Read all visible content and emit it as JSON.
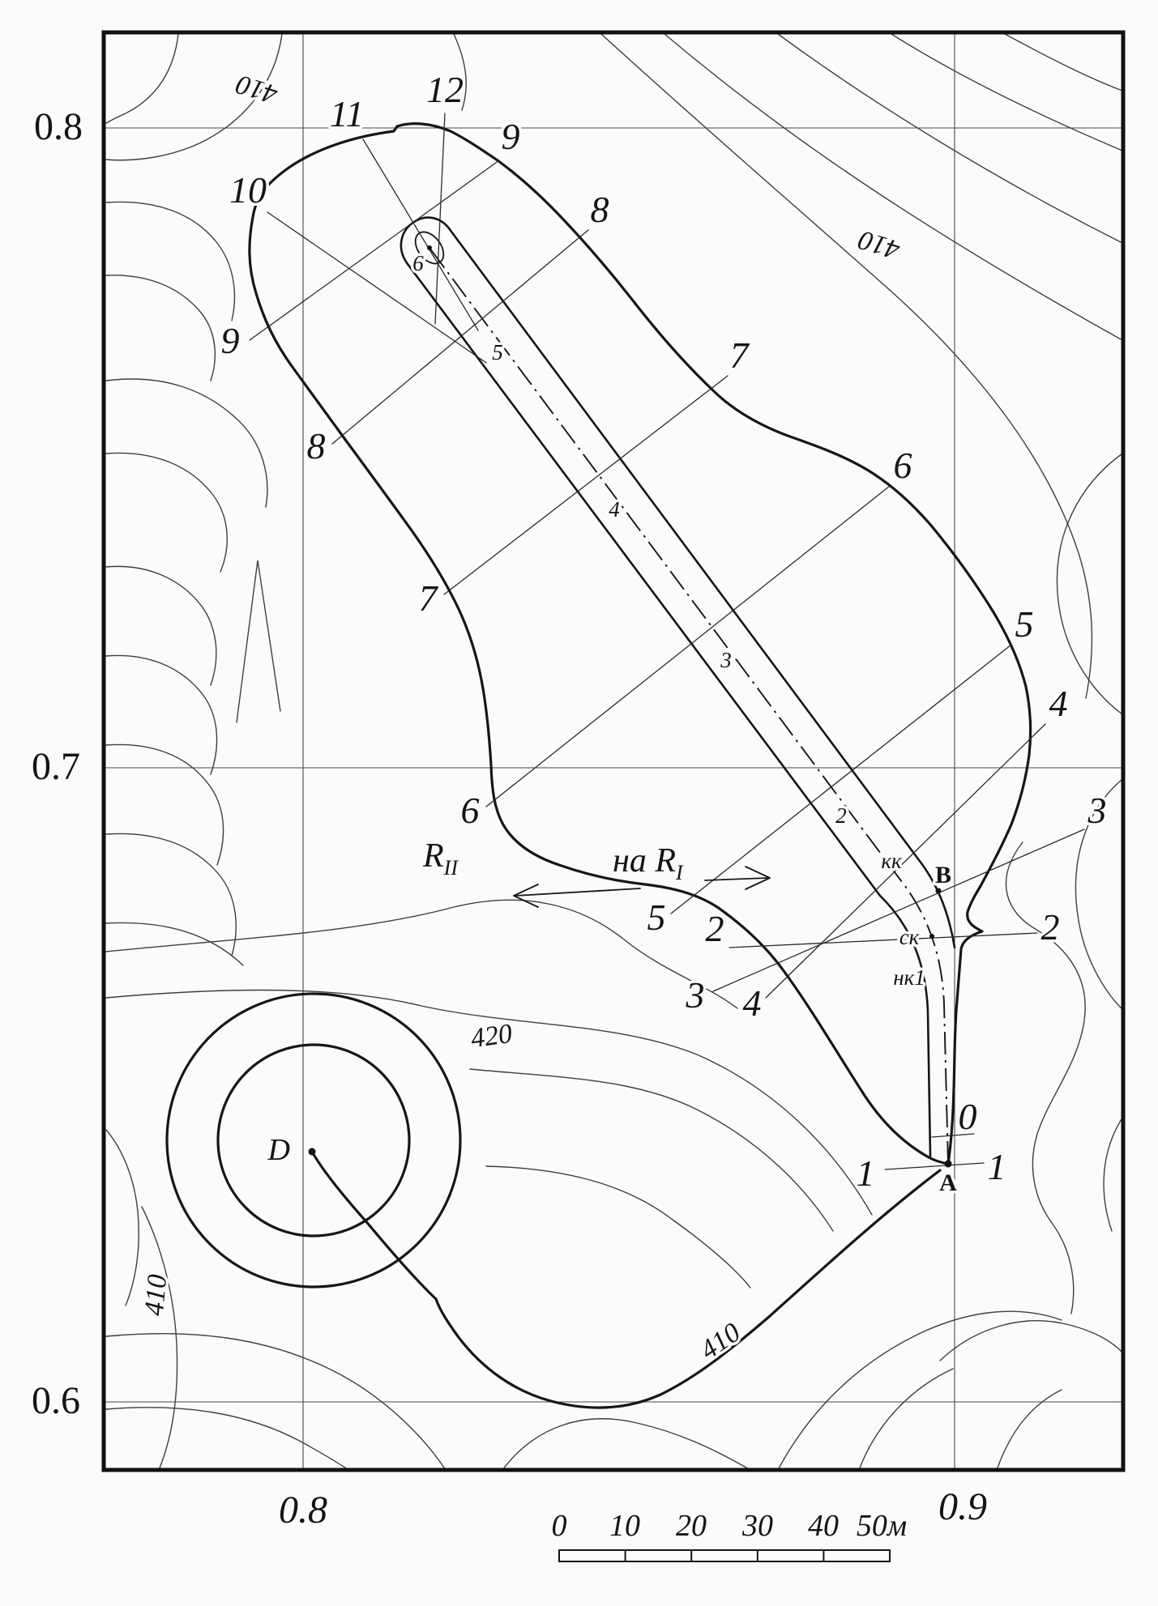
{
  "axis": {
    "left_08": "0.8",
    "left_07": "0.7",
    "left_06": "0.6",
    "bottom_08": "0.8",
    "bottom_09": "0.9"
  },
  "contour_labels": {
    "top_left_410": "410",
    "top_right_410": "410",
    "center_420": "420",
    "bottom_410": "410",
    "left_bottom_410": "410"
  },
  "sections": {
    "s12": "12",
    "s11": "11",
    "s10": "10",
    "s9_left": "9",
    "s9_right": "9",
    "s8_left": "8",
    "s8_right": "8",
    "s7_left": "7",
    "s7_right": "7",
    "s6_left": "6",
    "s6_right": "6",
    "s5_left": "5",
    "s5_right": "5",
    "s4_left": "4",
    "s4_right": "4",
    "s3_left": "3",
    "s3_right": "3",
    "s2_left": "2",
    "s2_right": "2",
    "s1_left": "1",
    "s1_right": "1",
    "s0": "0"
  },
  "centerline_stations": {
    "pk2": "2",
    "pk3": "3",
    "pk4": "4",
    "pk5": "5",
    "pk6": "6"
  },
  "points": {
    "a": "A",
    "b": "B",
    "d": "D"
  },
  "route_labels": {
    "nk1": "нк1",
    "sk": "ск",
    "kk": "кк",
    "to_r1_text": "на R",
    "to_r1_sub": "I",
    "r2_text": "R",
    "r2_sub": "II"
  },
  "scale_bar": {
    "t0": "0",
    "t10": "10",
    "t20": "20",
    "t30": "30",
    "t40": "40",
    "t50": "50м"
  }
}
